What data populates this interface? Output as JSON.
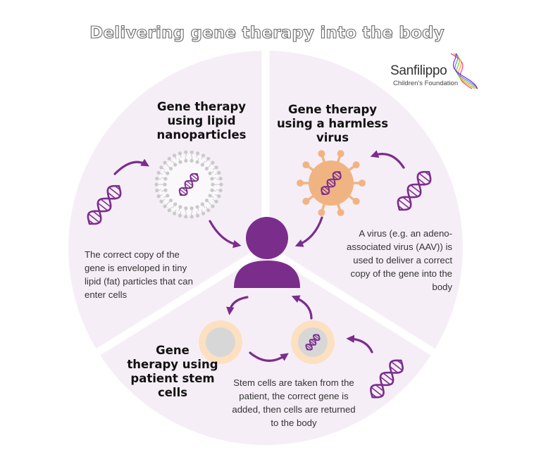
{
  "title": "Delivering gene therapy into the body",
  "logo": {
    "name": "Sanfilippo",
    "subtitle": "Children's Foundation"
  },
  "sections": [
    {
      "heading_lines": [
        "Gene therapy",
        "using lipid",
        "nanoparticles"
      ],
      "description_lines": [
        "The correct copy of the",
        "gene is enveloped in tiny",
        "lipid (fat) particles that can",
        "enter cells"
      ]
    },
    {
      "heading_lines": [
        "Gene therapy",
        "using a harmless",
        "virus"
      ],
      "description_lines": [
        "A virus (e.g. an adeno-",
        "associated virus (AAV)) is",
        "used to deliver a correct",
        "copy of the gene into the",
        "body"
      ]
    },
    {
      "heading_lines": [
        "Gene",
        "therapy using",
        "patient stem",
        "cells"
      ],
      "description_lines": [
        "Stem cells are taken from the",
        "patient, the correct gene is",
        "added, then cells are returned",
        "to the body"
      ]
    }
  ],
  "icons": {
    "person": "person-icon",
    "dna": "dna-icon",
    "virus": "virus-icon",
    "nanoparticle": "lipid-nanoparticle-icon",
    "cell": "stem-cell-icon",
    "arrow": "curved-arrow-icon"
  },
  "colors": {
    "segment": "#f6eef7",
    "divider": "#ffffff",
    "accent_purple": "#7b2d8c",
    "virus_orange": "#f0b483",
    "cell_peach": "#fde0bf",
    "cell_nucleus": "#d7d7d7",
    "nanoparticle_grey": "#c9c9c9"
  }
}
